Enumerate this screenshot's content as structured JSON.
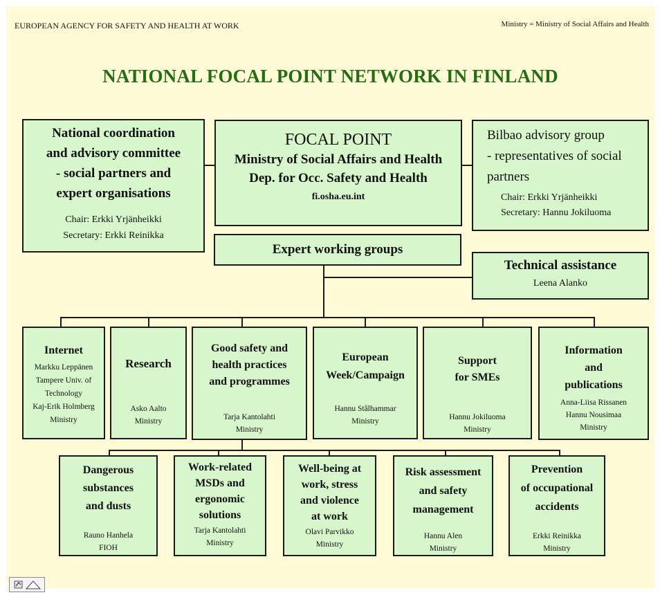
{
  "header": {
    "agency": "EUROPEAN AGENCY FOR SAFETY AND HEALTH AT WORK",
    "note": "Ministry = Ministry of Social Affairs and Health"
  },
  "title": "NATIONAL FOCAL POINT NETWORK IN FINLAND",
  "boxes": {
    "coordination": {
      "title": [
        "National coordination",
        "and advisory committee",
        "- social partners and",
        "expert organisations"
      ],
      "sub": [
        "Chair: Erkki Yrjänheikki",
        "Secretary: Erkki Reinikka"
      ]
    },
    "focal_point": {
      "title": "FOCAL POINT",
      "lines": [
        "Ministry of Social Affairs and Health",
        "Dep. for Occ. Safety and Health"
      ],
      "url": "fi.osha.eu.int"
    },
    "bilbao": {
      "title": [
        "Bilbao advisory group",
        "- representatives of social",
        "partners"
      ],
      "sub": [
        "Chair: Erkki Yrjänheikki",
        "Secretary: Hannu Jokiluoma"
      ]
    },
    "expert_groups": {
      "title": "Expert working groups"
    },
    "technical": {
      "title": "Technical assistance",
      "sub": "Leena Alanko"
    },
    "internet": {
      "title": "Internet",
      "sub": [
        "Markku Leppänen",
        "Tampere Univ. of",
        "Technology",
        "Kaj-Erik Holmberg",
        "Ministry"
      ]
    },
    "research": {
      "title": "Research",
      "sub": [
        "Asko Aalto",
        "Ministry"
      ]
    },
    "good_practices": {
      "title": [
        "Good safety and",
        "health practices",
        "and programmes"
      ],
      "sub": [
        "Tarja Kantolahti",
        "Ministry"
      ]
    },
    "european_week": {
      "title": [
        "European",
        "Week/Campaign"
      ],
      "sub": [
        "Hannu Stålhammar",
        "Ministry"
      ]
    },
    "smes": {
      "title": [
        "Support",
        "for SMEs"
      ],
      "sub": [
        "Hannu Jokiluoma",
        "Ministry"
      ]
    },
    "information": {
      "title": [
        "Information",
        "and",
        "publications"
      ],
      "sub": [
        "Anna-Liisa Rissanen",
        "Hannu Nousimaa",
        "Ministry"
      ]
    },
    "dangerous": {
      "title": [
        "Dangerous",
        "substances",
        "and dusts"
      ],
      "sub": [
        "Rauno Hanhela",
        "FIOH"
      ]
    },
    "msds": {
      "title": [
        "Work-related",
        "MSDs and",
        "ergonomic",
        "solutions"
      ],
      "sub": [
        "Tarja Kantolahti",
        "Ministry"
      ]
    },
    "wellbeing": {
      "title": [
        "Well-being at",
        "work, stress",
        "and violence",
        "at work"
      ],
      "sub": [
        "Olavi Parvikko",
        "Ministry"
      ]
    },
    "risk": {
      "title": [
        "Risk assessment",
        "and safety",
        "management"
      ],
      "sub": [
        "Hannu Alen",
        "Ministry"
      ]
    },
    "prevention": {
      "title": [
        "Prevention",
        "of occupational",
        "accidents"
      ],
      "sub": [
        "Erkki Reinikka",
        "Ministry"
      ]
    }
  }
}
